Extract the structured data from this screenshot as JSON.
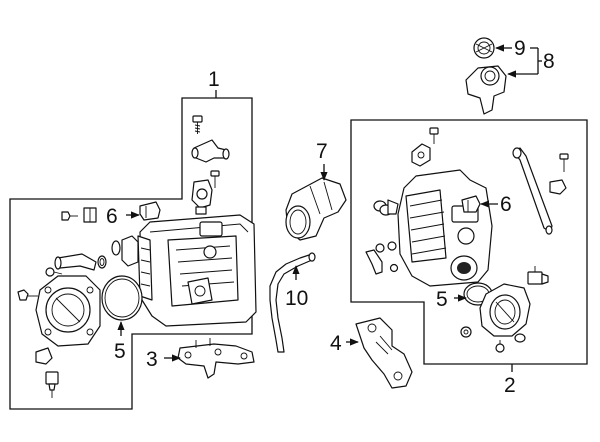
{
  "diagram": {
    "callouts": {
      "c1": "1",
      "c2": "2",
      "c3": "3",
      "c4": "4",
      "c5a": "5",
      "c5b": "5",
      "c6a": "6",
      "c6b": "6",
      "c7": "7",
      "c8": "8",
      "c9": "9",
      "c10": "10"
    }
  }
}
